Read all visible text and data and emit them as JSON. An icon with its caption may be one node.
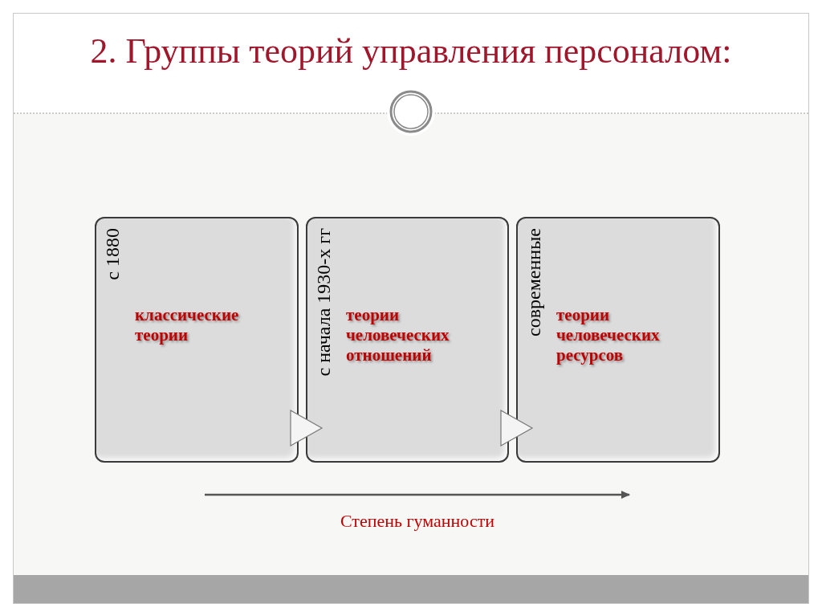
{
  "diagram": {
    "title": "2. Группы теорий управления персоналом:",
    "nodes": [
      {
        "text": [
          "с 1880",
          "классические теории"
        ]
      },
      {
        "text": [
          "с начала 1930-х гг",
          "теории человеческих отношений"
        ]
      },
      {
        "text": [
          "современные",
          "теории человеческих ресурсов"
        ]
      }
    ],
    "edges": [
      {
        "from": 0,
        "to": 1,
        "arrow": "to"
      },
      {
        "from": 1,
        "to": 2,
        "arrow": "to"
      }
    ],
    "labels": [
      "Степень гуманности"
    ]
  }
}
